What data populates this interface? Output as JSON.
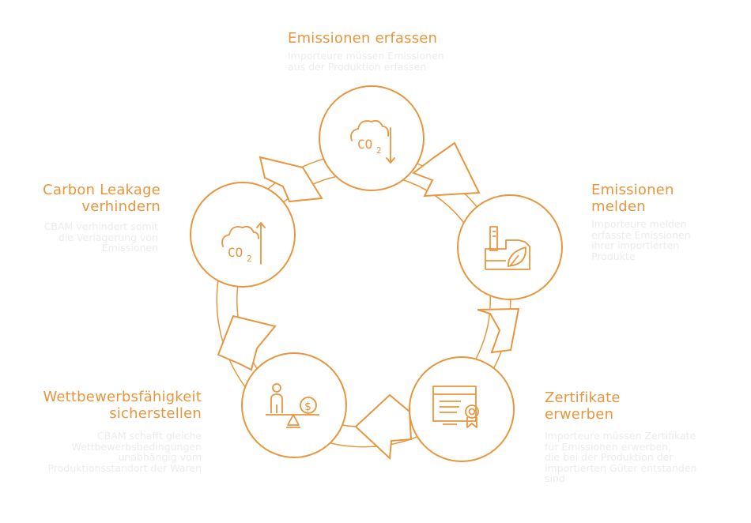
{
  "colors": {
    "accent": "#e8963e",
    "ring_fill": "#fdf6ee",
    "description_text": "#ececec"
  },
  "steps": [
    {
      "title": "Emissionen erfassen",
      "description": "Importeure müssen Emissionen\naus der Produktion erfassen",
      "icon": "co2-cloud-down-icon"
    },
    {
      "title": "Emissionen\nmelden",
      "description": "Importeure melden\nerfasste Emissionen\nihrer importierten\nProdukte",
      "icon": "factory-leaf-icon"
    },
    {
      "title": "Zertifikate\nerwerben",
      "description": "Importeure müssen Zertifikate\nfür Emissionen erwerben,\ndie bei der Produktion der\nimportierten Güter entstanden\nsind",
      "icon": "certificate-icon"
    },
    {
      "title": "Wettbewerbsfähigkeit\nsicherstellen",
      "description": "CBAM schafft gleiche\nWettbewerbsbedingungen\nunabhängig vom\nProduktionsstandort der Waren",
      "icon": "balance-scale-icon"
    },
    {
      "title": "Carbon Leakage\nverhindern",
      "description": "CBAM verhindert somit\ndie Verlagerung von\nEmissionen",
      "icon": "co2-cloud-up-icon"
    }
  ],
  "icon_labels": {
    "co2": "CO",
    "co2_sub": "2",
    "dollar": "$"
  }
}
